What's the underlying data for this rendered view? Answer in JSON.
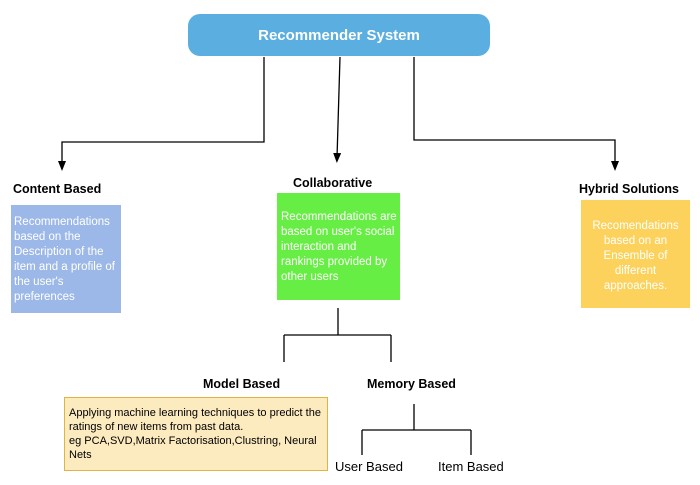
{
  "root": {
    "title": "Recommender System"
  },
  "branches": {
    "content": {
      "title": "Content Based",
      "description": "Recommendations based on the Description of the item and a profile of the user's preferences"
    },
    "collaborative": {
      "title": "Collaborative",
      "description": "Recommendations are based on user's social interaction and rankings provided by other users"
    },
    "hybrid": {
      "title": "Hybrid Solutions",
      "description": "Recomendations based on an Ensemble of different approaches."
    }
  },
  "collaborative_children": {
    "model": {
      "title": "Model Based",
      "description": "Applying machine learning techniques to predict the ratings of new items from past data.\neg PCA,SVD,Matrix Factorisation,Clustring, Neural Nets"
    },
    "memory": {
      "title": "Memory Based",
      "children": [
        "User Based",
        "Item Based"
      ]
    }
  },
  "colors": {
    "root": "#5aaee0",
    "content_box": "#9cb8e8",
    "collaborative_box": "#66ee44",
    "hybrid_box": "#fcd25c",
    "model_box": "#fdebc0"
  }
}
